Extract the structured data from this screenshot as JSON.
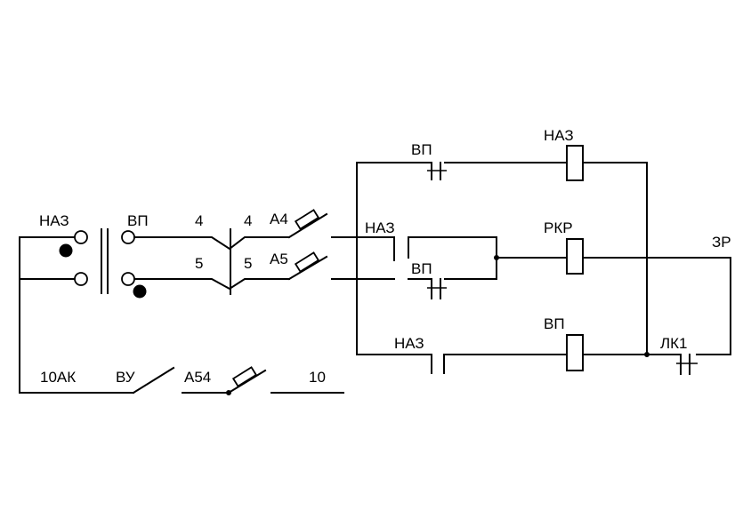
{
  "labels": {
    "naz_left": "НАЗ",
    "vp_left": "ВП",
    "wire4_left": "4",
    "wire4_right": "4",
    "a4": "А4",
    "wire5_left": "5",
    "wire5_right": "5",
    "a5": "А5",
    "ak10": "10АК",
    "vu": "ВУ",
    "a54": "А54",
    "wire10": "10",
    "vp_top_contact": "ВП",
    "naz_top_coil": "НАЗ",
    "naz_mid_contact": "НАЗ",
    "vp_mid_contact": "ВП",
    "rkr_coil": "РКР",
    "zr": "ЗР",
    "naz_bottom_contact": "НАЗ",
    "vp_bottom_coil": "ВП",
    "lk1": "ЛК1"
  }
}
